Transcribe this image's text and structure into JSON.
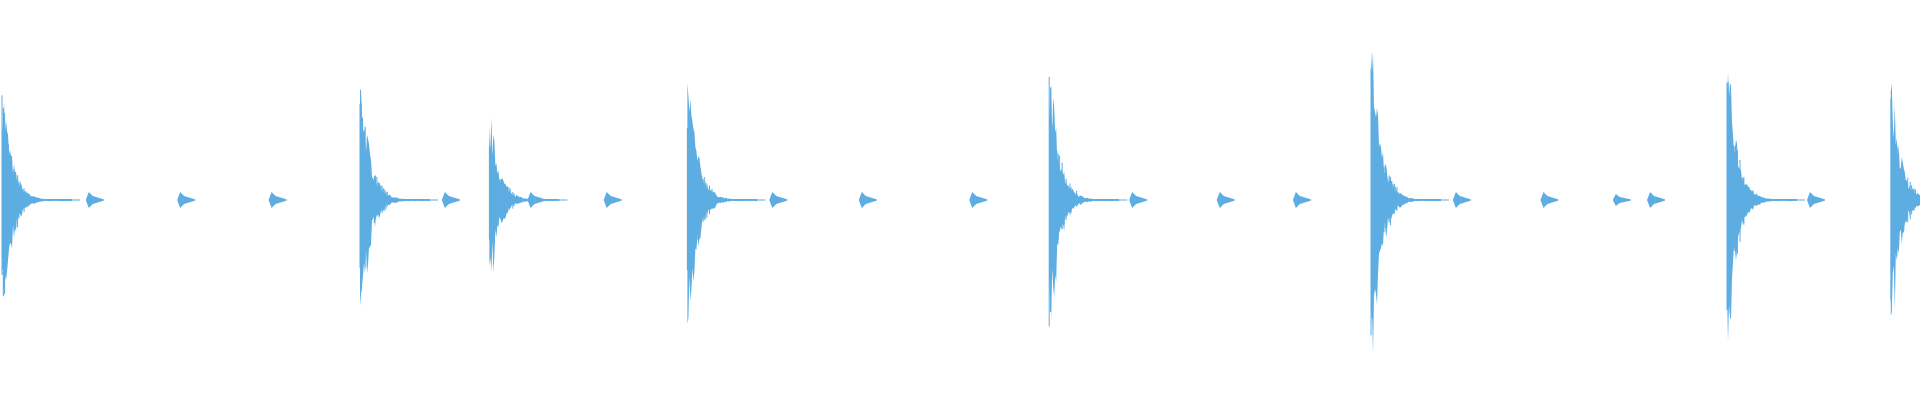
{
  "waveform": {
    "color": "#5dade2",
    "baseline_fraction": 0.5,
    "transients": [
      {
        "t": 0.0,
        "amp": 0.28,
        "kind": "hit"
      },
      {
        "t": 0.044,
        "amp": 0.02,
        "kind": "tick"
      },
      {
        "t": 0.092,
        "amp": 0.02,
        "kind": "tick"
      },
      {
        "t": 0.14,
        "amp": 0.02,
        "kind": "tick"
      },
      {
        "t": 0.188,
        "amp": 0.31,
        "kind": "hit"
      },
      {
        "t": 0.231,
        "amp": 0.02,
        "kind": "tick"
      },
      {
        "t": 0.256,
        "amp": 0.21,
        "kind": "hit"
      },
      {
        "t": 0.276,
        "amp": 0.02,
        "kind": "tick"
      },
      {
        "t": 0.316,
        "amp": 0.02,
        "kind": "tick"
      },
      {
        "t": 0.36,
        "amp": 0.32,
        "kind": "hit"
      },
      {
        "t": 0.403,
        "amp": 0.02,
        "kind": "tick"
      },
      {
        "t": 0.45,
        "amp": 0.02,
        "kind": "tick"
      },
      {
        "t": 0.508,
        "amp": 0.02,
        "kind": "tick"
      },
      {
        "t": 0.55,
        "amp": 0.33,
        "kind": "hit"
      },
      {
        "t": 0.592,
        "amp": 0.02,
        "kind": "tick"
      },
      {
        "t": 0.638,
        "amp": 0.02,
        "kind": "tick"
      },
      {
        "t": 0.678,
        "amp": 0.02,
        "kind": "tick"
      },
      {
        "t": 0.719,
        "amp": 0.39,
        "kind": "hit"
      },
      {
        "t": 0.762,
        "amp": 0.02,
        "kind": "tick"
      },
      {
        "t": 0.808,
        "amp": 0.02,
        "kind": "tick"
      },
      {
        "t": 0.846,
        "amp": 0.015,
        "kind": "tick"
      },
      {
        "t": 0.864,
        "amp": 0.02,
        "kind": "tick"
      },
      {
        "t": 0.906,
        "amp": 0.36,
        "kind": "hit"
      },
      {
        "t": 0.948,
        "amp": 0.02,
        "kind": "tick"
      },
      {
        "t": 0.992,
        "amp": 0.3,
        "kind": "hit"
      }
    ]
  }
}
